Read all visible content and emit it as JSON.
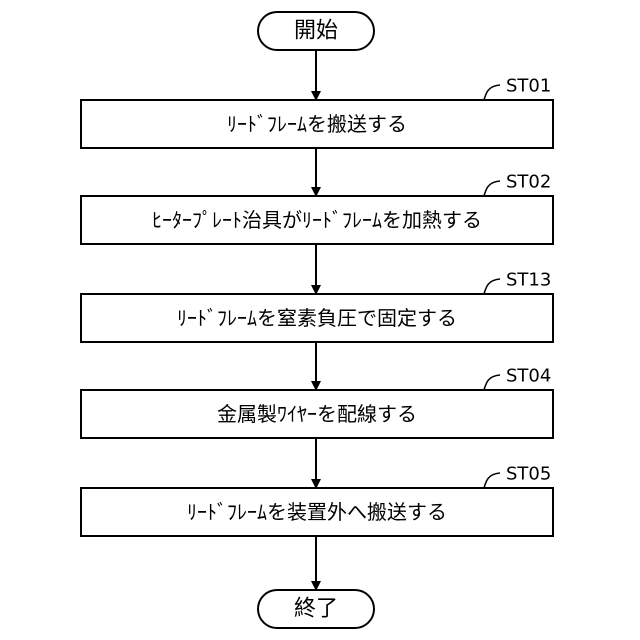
{
  "start": {
    "label": "開始"
  },
  "end": {
    "label": "終了"
  },
  "steps": [
    {
      "id": "ST01",
      "text": "ﾘｰﾄﾞﾌﾚｰﾑを搬送する"
    },
    {
      "id": "ST02",
      "text": "ﾋｰﾀｰﾌﾟﾚｰﾄ治具がﾘｰﾄﾞﾌﾚｰﾑを加熱する"
    },
    {
      "id": "ST13",
      "text": "ﾘｰﾄﾞﾌﾚｰﾑを窒素負圧で固定する"
    },
    {
      "id": "ST04",
      "text": "金属製ﾜｲﾔｰを配線する"
    },
    {
      "id": "ST05",
      "text": "ﾘｰﾄﾞﾌﾚｰﾑを装置外へ搬送する"
    }
  ]
}
